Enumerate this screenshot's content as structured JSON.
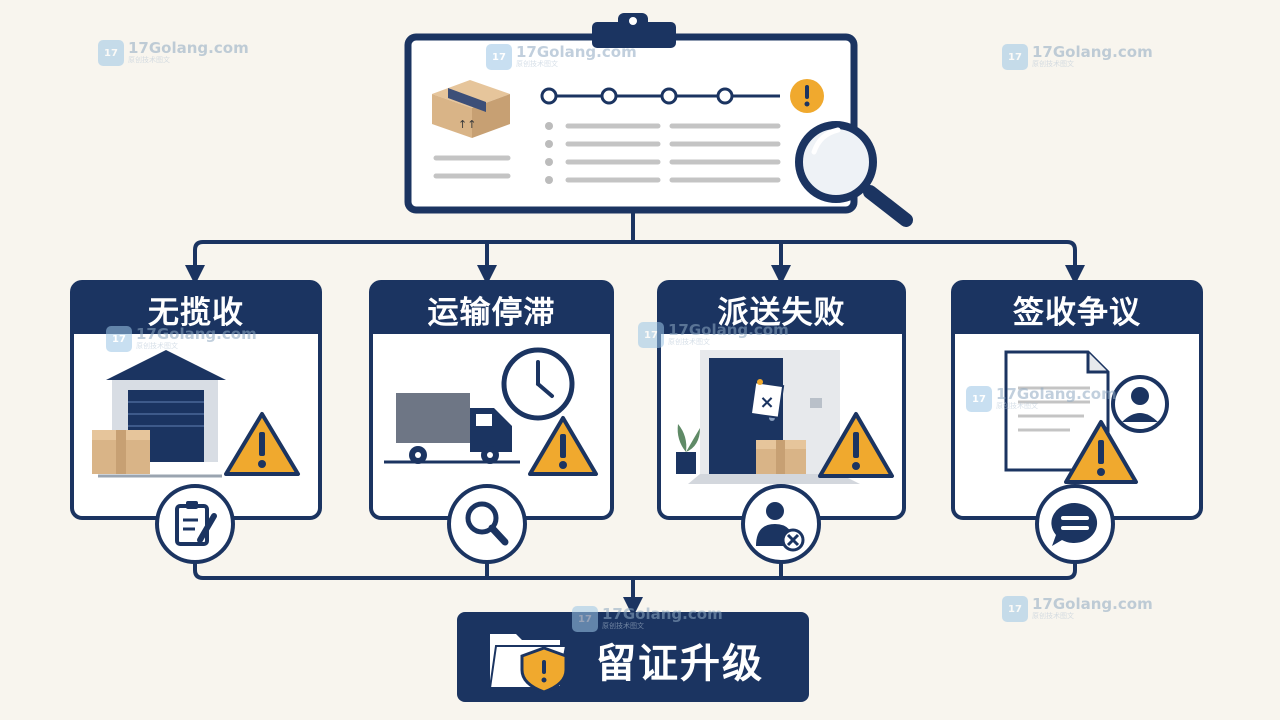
{
  "cards": [
    {
      "title": "无揽收"
    },
    {
      "title": "运输停滞"
    },
    {
      "title": "派送失败"
    },
    {
      "title": "签收争议"
    }
  ],
  "final": {
    "label": "留证升级"
  },
  "watermark": {
    "site": "17Golang.com",
    "sub": "原创技术图文"
  },
  "colors": {
    "navy": "#1b3461",
    "warning": "#f0a92e",
    "box": "#d9b487",
    "background": "#f8f5ee"
  },
  "icons": {
    "monitor_box": "package-icon",
    "monitor_alert": "exclamation-icon",
    "magnifier": "magnifier-icon",
    "card1_scene": "warehouse-icon",
    "card2_scene": "truck-icon",
    "card2_clock": "clock-icon",
    "card3_scene": "door-icon",
    "card4_scene": "document-icon",
    "card4_user": "user-icon",
    "badge1": "clipboard-icon",
    "badge2": "search-icon",
    "badge3": "user-cancel-icon",
    "badge4": "chat-icon",
    "final_icon": "folder-shield-icon"
  }
}
